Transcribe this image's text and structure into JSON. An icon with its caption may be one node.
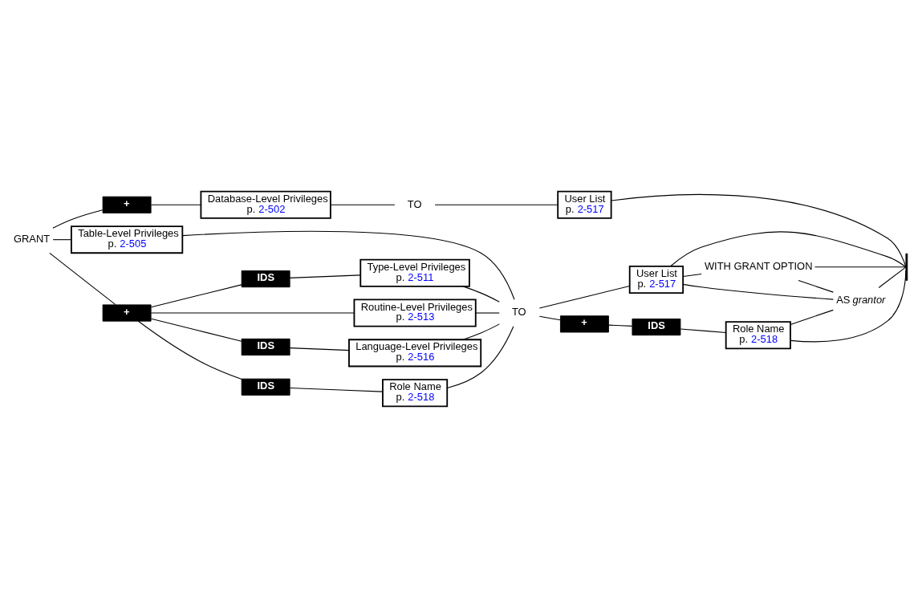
{
  "diagram": {
    "nodes": [
      {
        "text": [
          "GRANT"
        ]
      },
      {
        "text": [
          "+"
        ]
      },
      {
        "text": [
          "Database-Level Privileges",
          "p. 2-502"
        ]
      },
      {
        "text": [
          "TO"
        ]
      },
      {
        "text": [
          "User List",
          "p. 2-517"
        ]
      },
      {
        "text": [],
        "shape": "bar"
      },
      {
        "text": [
          "Table-Level Privileges",
          "p. 2-505"
        ]
      },
      {
        "text": [
          "TO"
        ]
      },
      {
        "text": [
          "User List",
          "p. 2-517"
        ]
      },
      {
        "text": [
          "+"
        ]
      },
      {
        "text": [
          "+"
        ]
      },
      {
        "text": [
          "IDS"
        ]
      },
      {
        "text": [
          "WITH GRANT OPTION"
        ]
      },
      {
        "text": [
          "AS *grantor*"
        ]
      },
      {
        "text": [
          "IDS"
        ]
      },
      {
        "text": [
          "Type-Level Privileges",
          "p. 2-511"
        ]
      },
      {
        "text": [
          "Role Name",
          "p. 2-518"
        ]
      },
      {
        "text": [
          "Routine-Level Privileges",
          "p. 2-513"
        ]
      },
      {
        "text": [
          "IDS"
        ]
      },
      {
        "text": [
          "Language-Level Privileges",
          "p. 2-516"
        ]
      },
      {
        "text": [
          "IDS"
        ]
      },
      {
        "text": [
          "Role Name",
          "p. 2-518"
        ]
      }
    ],
    "edges": [
      {
        "from": 0,
        "to": 1,
        "arrow": "none"
      },
      {
        "from": 1,
        "to": 2,
        "arrow": "none"
      },
      {
        "from": 2,
        "to": 3,
        "arrow": "none"
      },
      {
        "from": 3,
        "to": 4,
        "arrow": "none"
      },
      {
        "from": 4,
        "to": 5,
        "arrow": "none"
      },
      {
        "from": 0,
        "to": 6,
        "arrow": "none"
      },
      {
        "from": 6,
        "to": 7,
        "arrow": "none"
      },
      {
        "from": 0,
        "to": 9,
        "arrow": "none"
      },
      {
        "from": 9,
        "to": 14,
        "arrow": "none"
      },
      {
        "from": 14,
        "to": 15,
        "arrow": "none"
      },
      {
        "from": 15,
        "to": 7,
        "arrow": "none"
      },
      {
        "from": 9,
        "to": 17,
        "arrow": "none"
      },
      {
        "from": 17,
        "to": 7,
        "arrow": "none"
      },
      {
        "from": 9,
        "to": 18,
        "arrow": "none"
      },
      {
        "from": 18,
        "to": 19,
        "arrow": "none"
      },
      {
        "from": 19,
        "to": 7,
        "arrow": "none"
      },
      {
        "from": 9,
        "to": 20,
        "arrow": "none"
      },
      {
        "from": 20,
        "to": 21,
        "arrow": "none"
      },
      {
        "from": 21,
        "to": 7,
        "arrow": "none"
      },
      {
        "from": 7,
        "to": 8,
        "arrow": "none"
      },
      {
        "from": 8,
        "to": 12,
        "arrow": "none"
      },
      {
        "from": 7,
        "to": 10,
        "arrow": "none"
      },
      {
        "from": 10,
        "to": 11,
        "arrow": "none"
      },
      {
        "from": 11,
        "to": 16,
        "arrow": "none"
      },
      {
        "from": 8,
        "to": 13,
        "arrow": "none"
      },
      {
        "from": 12,
        "to": 13,
        "arrow": "none"
      },
      {
        "from": 16,
        "to": 13,
        "arrow": "none"
      },
      {
        "from": 8,
        "to": 5,
        "arrow": "none"
      },
      {
        "from": 12,
        "to": 5,
        "arrow": "none"
      },
      {
        "from": 16,
        "to": 5,
        "arrow": "none"
      },
      {
        "from": 13,
        "to": 5,
        "arrow": "none"
      }
    ]
  }
}
